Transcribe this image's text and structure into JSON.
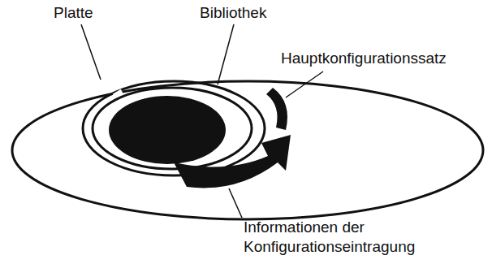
{
  "diagram": {
    "labels": [
      "Platte",
      "Bibliothek",
      "Hauptkonfigurationssatz",
      "Informationen der Konfigurationseintragung"
    ]
  }
}
